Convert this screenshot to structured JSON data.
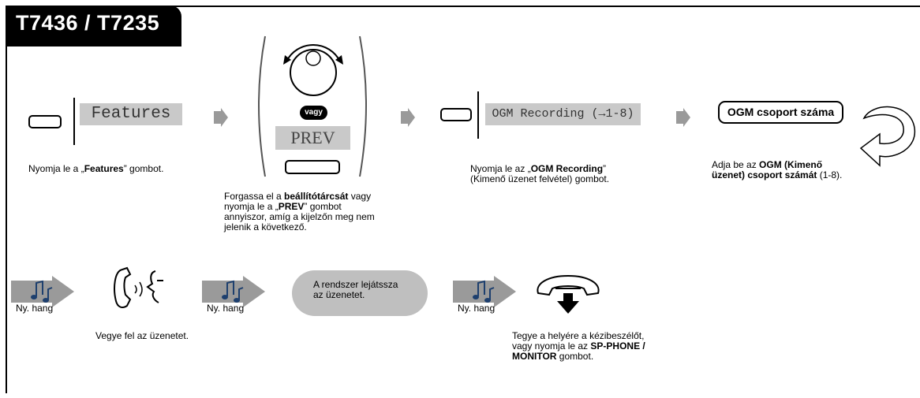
{
  "title": "T7436 / T7235",
  "step1": {
    "lcd": "Features",
    "caption_pre": "Nyomja le a „",
    "caption_bold": "Features",
    "caption_post": "” gombot."
  },
  "step2": {
    "or_label": "vagy",
    "lcd": "PREV",
    "caption_l1_pre": "Forgassa el a ",
    "caption_l1_bold": "beállítótárcsát",
    "caption_l1_post": " vagy",
    "caption_l2_pre": "nyomja le a „",
    "caption_l2_bold": "PREV",
    "caption_l2_post": "” gombot",
    "caption_l3": "annyiszor, amíg a kijelzőn meg nem",
    "caption_l4": "jelenik a következő."
  },
  "step3": {
    "lcd": "OGM Recording (→1-8)",
    "caption_l1_pre": "Nyomja le az „",
    "caption_l1_bold": "OGM Recording",
    "caption_l1_post": "”",
    "caption_l2": "(Kimenő üzenet felvétel) gombot."
  },
  "step4": {
    "box": "OGM csoport száma",
    "caption_l1_pre": "Adja be az ",
    "caption_l1_bold": "OGM (Kimenő",
    "caption_l2_bold": "üzenet) csoport számát",
    "caption_l2_post": " (1-8)."
  },
  "tone_label": "Ny. hang",
  "step5": {
    "caption": "Vegye fel az üzenetet."
  },
  "step6": {
    "bubble_l1": "A rendszer lejátssza",
    "bubble_l2": "az üzenetet."
  },
  "step7": {
    "caption_l1": "Tegye a helyére a kézibeszélőt,",
    "caption_l2_pre": "vagy nyomja le az ",
    "caption_l2_bold": "SP-PHONE /",
    "caption_l3_bold": "MONITOR",
    "caption_l3_post": " gombot."
  },
  "colors": {
    "title_bg": "#000000",
    "lcd_bg": "#c9c9c9",
    "arrow": "#9a9a9a",
    "bubble": "#bfbfbf",
    "note": "#1d3f6e"
  }
}
